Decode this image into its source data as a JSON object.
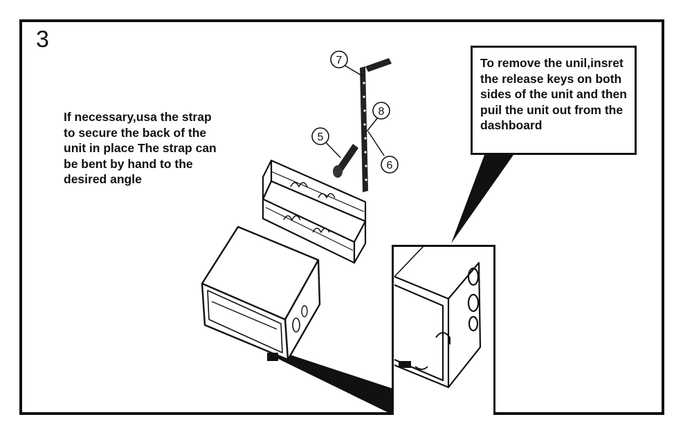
{
  "step": {
    "number": "3"
  },
  "strap_note": {
    "lines": [
      "If necessary,usa the strap",
      "to secure the back of the",
      " unit in place The strap can",
      "be bent by hand to the",
      "desired angle"
    ]
  },
  "callout": {
    "lines": [
      "To remove the unil,insret",
      "the release keys on both",
      "sides of the unit and then",
      "puil the unit out from the",
      "dashboard"
    ]
  },
  "part_labels": {
    "p7": "7",
    "p8": "8",
    "p5": "5",
    "p6": "6"
  },
  "colors": {
    "ink": "#111111",
    "paper": "#ffffff"
  }
}
